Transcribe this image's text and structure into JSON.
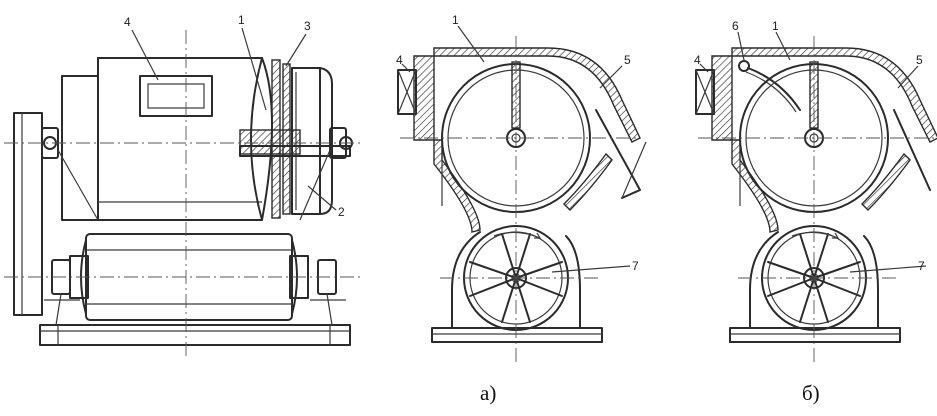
{
  "figure": {
    "side_view": {
      "labels": [
        "4",
        "1",
        "3",
        "2"
      ]
    },
    "section_a": {
      "labels": [
        "1",
        "4",
        "5",
        "7"
      ],
      "caption": "а)"
    },
    "section_b": {
      "labels": [
        "6",
        "1",
        "4",
        "5",
        "7"
      ],
      "caption": "б)"
    }
  }
}
